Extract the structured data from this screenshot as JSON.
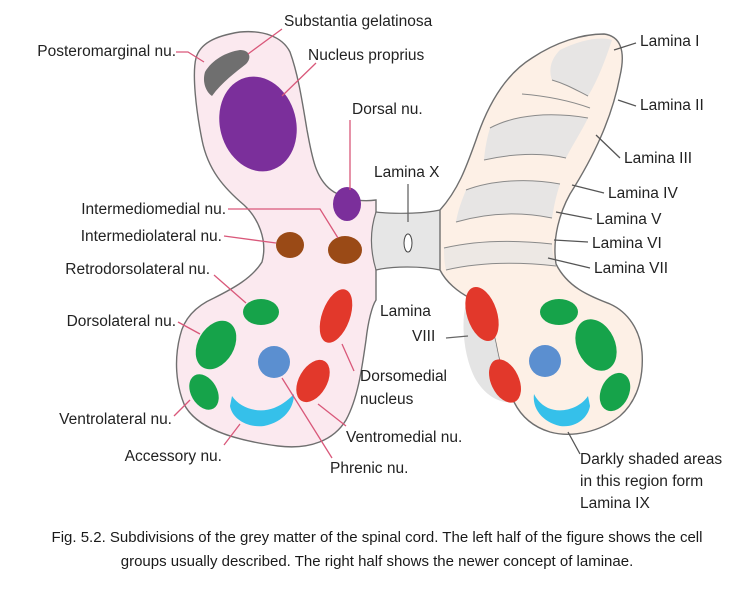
{
  "colors": {
    "left_fill": "#fbe9ef",
    "right_fill": "#fdf0e6",
    "outline": "#6f6f6f",
    "center_grey": "#e6e6e6",
    "lamina_grey": "#e3e3e3",
    "purple": "#7b2f9b",
    "dark_grey": "#6f6f6f",
    "brown": "#9a4a16",
    "green": "#16a34a",
    "red": "#e2382b",
    "blue": "#5b8fd0",
    "cyan": "#35c0ea",
    "leader_pink": "#d9587a",
    "leader_dark": "#555555"
  },
  "labels": {
    "substantia_gelatinosa": "Substantia gelatinosa",
    "posteromarginal": "Posteromarginal nu.",
    "nucleus_proprius": "Nucleus proprius",
    "dorsal": "Dorsal nu.",
    "lamina_x": "Lamina X",
    "intermediomedial": "Intermediomedial nu.",
    "intermediolateral": "Intermediolateral nu.",
    "retrodorsolateral": "Retrodorsolateral nu.",
    "dorsolateral": "Dorsolateral nu.",
    "lamina_viii_line1": "Lamina",
    "lamina_viii_line2": "VIII",
    "dorsomedial_line1": "Dorsomedial",
    "dorsomedial_line2": "nucleus",
    "ventromedial": "Ventromedial nu.",
    "ventrolateral": "Ventrolateral nu.",
    "accessory": "Accessory nu.",
    "phrenic": "Phrenic nu.",
    "lamina_i": "Lamina I",
    "lamina_ii": "Lamina II",
    "lamina_iii": "Lamina III",
    "lamina_iv": "Lamina IV",
    "lamina_v": "Lamina V",
    "lamina_vi": "Lamina VI",
    "lamina_vii": "Lamina VII",
    "lamina_ix_line1": "Darkly shaded areas",
    "lamina_ix_line2": "in this region form",
    "lamina_ix_line3": "Lamina IX"
  },
  "caption": {
    "line1": "Fig. 5.2. Subdivisions of the grey matter of the spinal cord. The left half of the figure  shows the cell",
    "line2": "groups usually described. The right half shows the newer concept of laminae."
  }
}
